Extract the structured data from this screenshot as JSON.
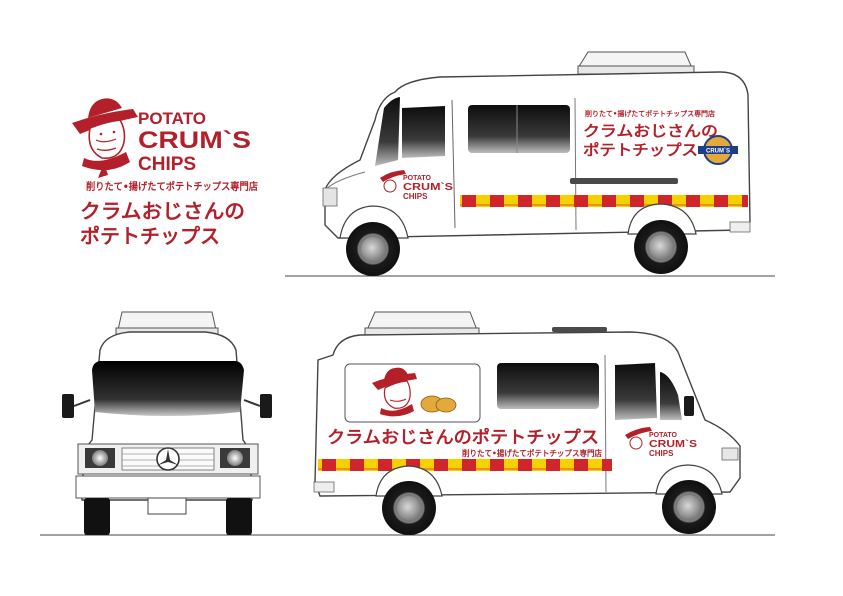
{
  "brand": {
    "name_line1": "POTATO",
    "name_line2": "CRUM`S",
    "name_line3": "CHIPS",
    "tagline": "削りたて•揚げたてポテトチップス専門店",
    "slogan_line1": "クラムおじさんの",
    "slogan_line2": "ポテトチップス",
    "slogan_full": "クラムおじさんのポテトチップス",
    "badge_text": "CRUM`S"
  },
  "colors": {
    "brand_red": "#b3202a",
    "stripe_yellow": "#f5d100",
    "stripe_red": "#d0262b",
    "badge_blue": "#1c3f8c",
    "chip_gold": "#e3a93a"
  }
}
